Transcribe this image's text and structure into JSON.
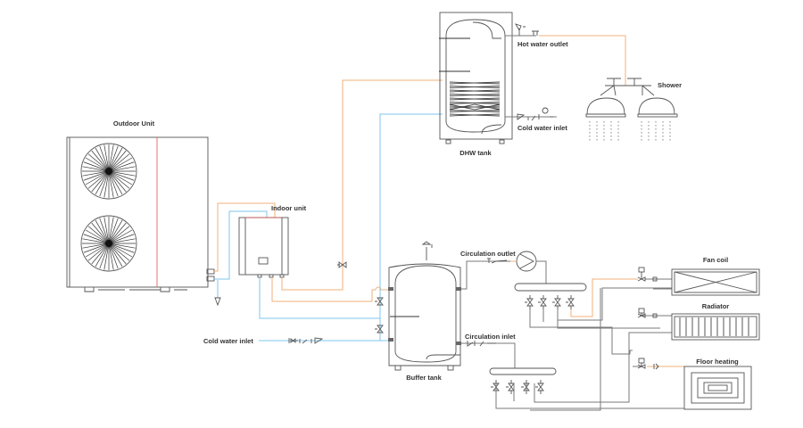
{
  "diagram": {
    "title": "Air-to-water heat pump system schematic",
    "labels": {
      "outdoor_unit": "Outdoor Unit",
      "indoor_unit": "Indoor unit",
      "dhw_tank": "DHW tank",
      "hot_water_outlet": "Hot water outlet",
      "cold_water_inlet_dhw": "Cold water inlet",
      "shower": "Shower",
      "buffer_tank": "Buffer tank",
      "circulation_outlet": "Circulation outlet",
      "circulation_inlet": "Circulation inlet",
      "cold_water_inlet_main": "Cold water inlet",
      "fan_coil": "Fan coil",
      "radiator": "Radiator",
      "floor_heating": "Floor heating"
    },
    "colors": {
      "hot_pipe": "#f2b27a",
      "cold_pipe": "#7fc6ec",
      "return_pipe": "#7a7a7a",
      "accent_line": "#d9534f"
    }
  }
}
